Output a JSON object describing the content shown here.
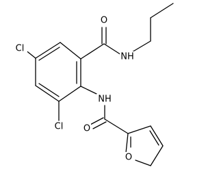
{
  "molecule": {
    "atoms": [
      {
        "id": "cl_top",
        "label": "Cl"
      },
      {
        "id": "cl_bottom",
        "label": "Cl"
      },
      {
        "id": "o_amide_top",
        "label": "O"
      },
      {
        "id": "nh_propyl",
        "label": "N⁠H"
      },
      {
        "id": "nh_furoyl",
        "label": "NH"
      },
      {
        "id": "o_amide_bottom",
        "label": "O"
      },
      {
        "id": "o_furan",
        "label": "O"
      }
    ]
  }
}
